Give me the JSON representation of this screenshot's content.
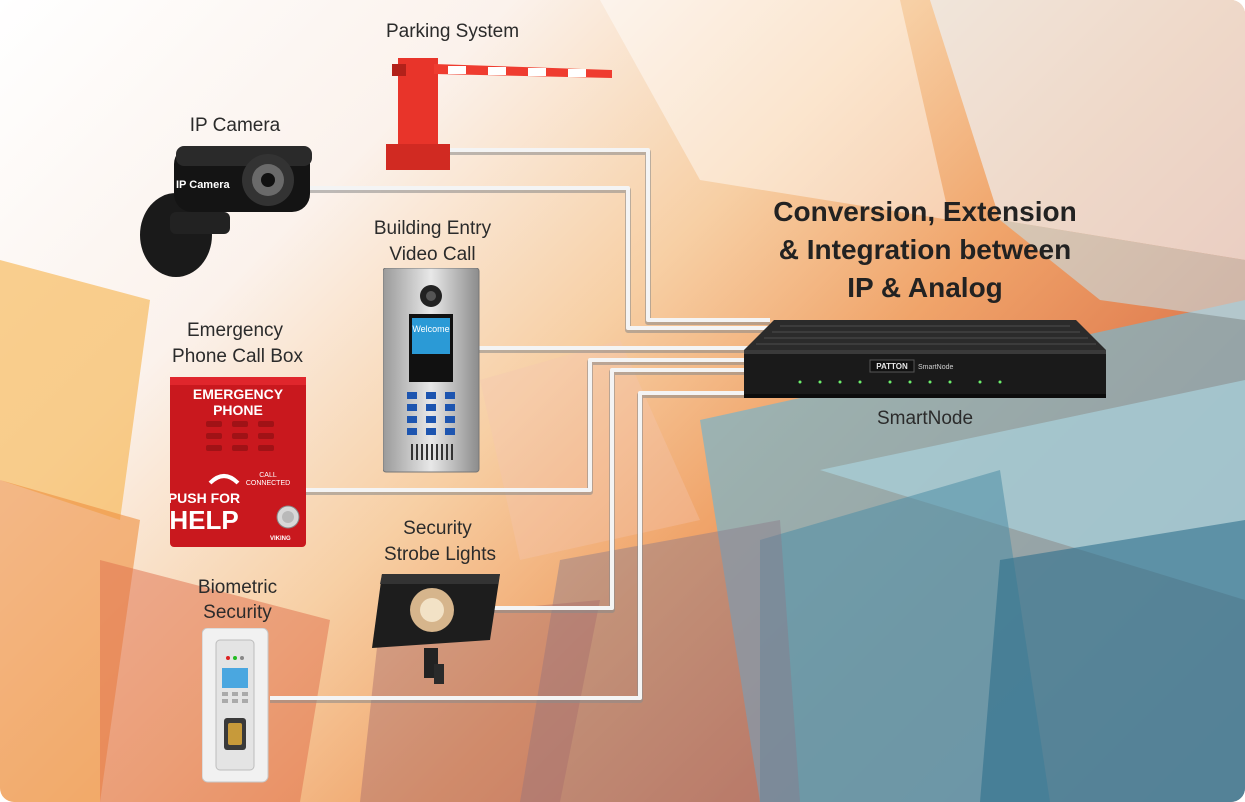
{
  "headline": {
    "line1": "Conversion, Extension",
    "line2": "& Integration between",
    "line3": "IP & Analog"
  },
  "devices": {
    "parking": {
      "label": "Parking System"
    },
    "camera": {
      "label": "IP Camera",
      "body_text": "IP Camera"
    },
    "entry": {
      "label_line1": "Building Entry",
      "label_line2": "Video Call",
      "screen_text": "Welcome"
    },
    "emergency": {
      "label_line1": "Emergency",
      "label_line2": "Phone Call Box",
      "sign_line1": "EMERGENCY",
      "sign_line2": "PHONE",
      "push_text": "PUSH FOR",
      "help_text": "HELP",
      "call_line1": "CALL",
      "call_line2": "CONNECTED",
      "brand": "VIKING"
    },
    "strobe": {
      "label_line1": "Security",
      "label_line2": "Strobe Lights"
    },
    "biometric": {
      "label_line1": "Biometric",
      "label_line2": "Security"
    }
  },
  "smartnode": {
    "label": "SmartNode",
    "brand": "PATTON",
    "model": "SmartNode"
  },
  "colors": {
    "cable": "#f4f4f4",
    "cable_shadow": "#8a8a8a",
    "parking_red": "#e8342a",
    "emergency_red": "#c9181e"
  }
}
